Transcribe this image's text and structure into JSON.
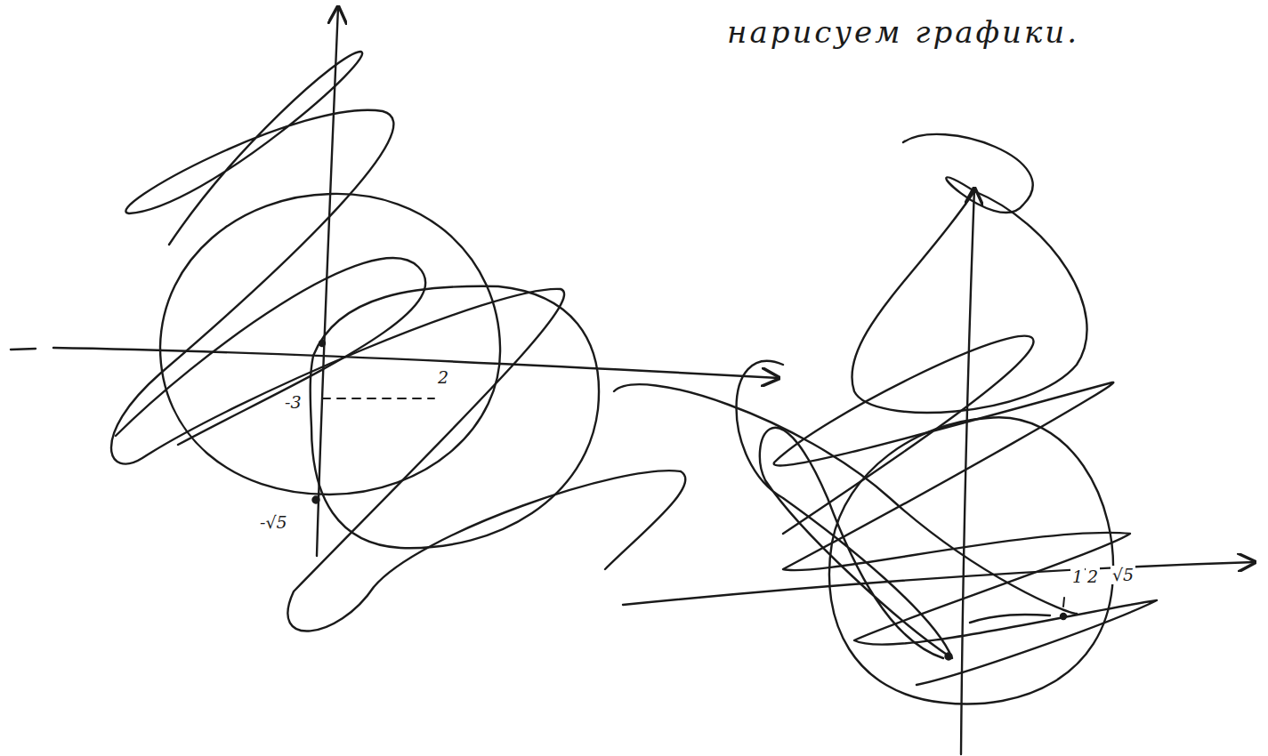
{
  "diagram": {
    "title": "нарисуем графики.",
    "labels": [
      "-3",
      "2",
      "-√5",
      "1",
      "2",
      "√5"
    ]
  }
}
